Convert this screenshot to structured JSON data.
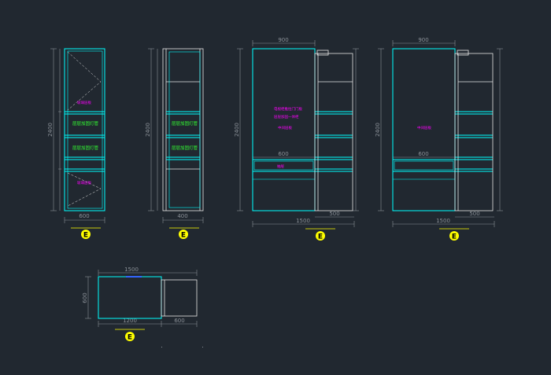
{
  "colors": {
    "background": "#212830",
    "cabinet_outline": "#00ffff",
    "white_outline": "#e6e6e6",
    "dimension": "#8a9097",
    "annotation_magenta": "#ff00ff",
    "annotation_green": "#33ff33",
    "marker_yellow": "#ffff00"
  },
  "view_tag": "E",
  "views": [
    {
      "dims": {
        "top": "",
        "left_total": "2400",
        "bottom": "600"
      },
      "labels": [
        "玻璃层板",
        "层层加固灯管",
        "层层加固灯管",
        "玻璃层板"
      ]
    },
    {
      "dims": {
        "top": "",
        "left_total": "2400",
        "bottom": "400"
      },
      "labels": [
        "层层加固灯管",
        "层层加固灯管"
      ]
    },
    {
      "dims": {
        "top": "900",
        "left_total": "2400",
        "mid": "600",
        "bottom": "1500",
        "right_sub": "500"
      },
      "labels": [
        "电视柜推拉门门板",
        "层层加固一体柜",
        "中间层板",
        "抽屉"
      ]
    },
    {
      "dims": {
        "top": "900",
        "left_total": "2400",
        "mid": "600",
        "bottom": "1500",
        "right_sub": "500"
      },
      "labels": [
        "中间层板"
      ]
    },
    {
      "dims": {
        "top": "1500",
        "left_total": "600",
        "bottom_left": "1200",
        "bottom_right": "600"
      },
      "labels": []
    }
  ]
}
